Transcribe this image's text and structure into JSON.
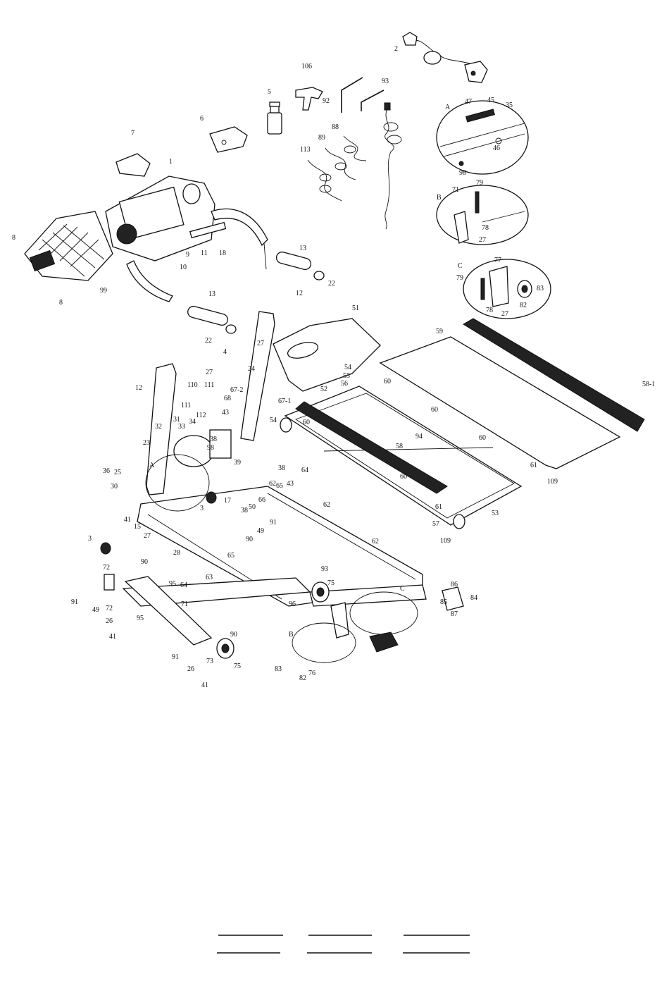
{
  "diagram": {
    "callouts": [
      {
        "id": "c-2",
        "text": "2"
      },
      {
        "id": "c-106",
        "text": "106"
      },
      {
        "id": "c-5",
        "text": "5"
      },
      {
        "id": "c-92",
        "text": "92"
      },
      {
        "id": "c-93",
        "text": "93"
      },
      {
        "id": "c-6",
        "text": "6"
      },
      {
        "id": "c-7",
        "text": "7"
      },
      {
        "id": "c-1",
        "text": "1"
      },
      {
        "id": "c-88",
        "text": "88"
      },
      {
        "id": "c-89",
        "text": "89"
      },
      {
        "id": "c-113",
        "text": "113"
      },
      {
        "id": "c-8a",
        "text": "8"
      },
      {
        "id": "c-8b",
        "text": "8"
      },
      {
        "id": "c-99",
        "text": "99"
      },
      {
        "id": "c-9",
        "text": "9"
      },
      {
        "id": "c-10",
        "text": "10"
      },
      {
        "id": "c-11",
        "text": "11"
      },
      {
        "id": "c-18",
        "text": "18"
      },
      {
        "id": "c-13a",
        "text": "13"
      },
      {
        "id": "c-22a",
        "text": "22"
      },
      {
        "id": "c-13b",
        "text": "13"
      },
      {
        "id": "c-22b",
        "text": "22"
      },
      {
        "id": "c-12a",
        "text": "12"
      },
      {
        "id": "c-51",
        "text": "51"
      },
      {
        "id": "c-59",
        "text": "59"
      },
      {
        "id": "c-58-1",
        "text": "58-1"
      },
      {
        "id": "c-4",
        "text": "4"
      },
      {
        "id": "c-27a",
        "text": "27"
      },
      {
        "id": "c-27b",
        "text": "27"
      },
      {
        "id": "c-24",
        "text": "24"
      },
      {
        "id": "c-12b",
        "text": "12"
      },
      {
        "id": "c-110",
        "text": "110"
      },
      {
        "id": "c-111a",
        "text": "111"
      },
      {
        "id": "c-111b",
        "text": "111"
      },
      {
        "id": "c-67-2",
        "text": "67-2"
      },
      {
        "id": "c-67-1",
        "text": "67-1"
      },
      {
        "id": "c-68",
        "text": "68"
      },
      {
        "id": "c-112",
        "text": "112"
      },
      {
        "id": "c-43a",
        "text": "43"
      },
      {
        "id": "c-54a",
        "text": "54"
      },
      {
        "id": "c-54b",
        "text": "54"
      },
      {
        "id": "c-55",
        "text": "55"
      },
      {
        "id": "c-56",
        "text": "56"
      },
      {
        "id": "c-60a",
        "text": "60"
      },
      {
        "id": "c-52",
        "text": "52"
      },
      {
        "id": "c-60b",
        "text": "60"
      },
      {
        "id": "c-94",
        "text": "94"
      },
      {
        "id": "c-60c",
        "text": "60"
      },
      {
        "id": "c-31",
        "text": "31"
      },
      {
        "id": "c-32",
        "text": "32"
      },
      {
        "id": "c-33",
        "text": "33"
      },
      {
        "id": "c-34",
        "text": "34"
      },
      {
        "id": "c-23",
        "text": "23"
      },
      {
        "id": "c-38a",
        "text": "38"
      },
      {
        "id": "c-98",
        "text": "98"
      },
      {
        "id": "c-39",
        "text": "39"
      },
      {
        "id": "c-58",
        "text": "58"
      },
      {
        "id": "c-60d",
        "text": "60"
      },
      {
        "id": "c-61a",
        "text": "61"
      },
      {
        "id": "c-109a",
        "text": "109"
      },
      {
        "id": "c-36",
        "text": "36"
      },
      {
        "id": "c-25",
        "text": "25"
      },
      {
        "id": "c-30",
        "text": "30"
      },
      {
        "id": "c-A1",
        "text": "A"
      },
      {
        "id": "c-38b",
        "text": "38"
      },
      {
        "id": "c-62a",
        "text": "62"
      },
      {
        "id": "c-64a",
        "text": "64"
      },
      {
        "id": "c-43b",
        "text": "43"
      },
      {
        "id": "c-65a",
        "text": "65"
      },
      {
        "id": "c-60e",
        "text": "60"
      },
      {
        "id": "c-61b",
        "text": "61"
      },
      {
        "id": "c-53",
        "text": "53"
      },
      {
        "id": "c-57",
        "text": "57"
      },
      {
        "id": "c-41a",
        "text": "41"
      },
      {
        "id": "c-15",
        "text": "15"
      },
      {
        "id": "c-3a",
        "text": "3"
      },
      {
        "id": "c-17",
        "text": "17"
      },
      {
        "id": "c-50",
        "text": "50"
      },
      {
        "id": "c-38c",
        "text": "38"
      },
      {
        "id": "c-66",
        "text": "66"
      },
      {
        "id": "c-91a",
        "text": "91"
      },
      {
        "id": "c-49a",
        "text": "49"
      },
      {
        "id": "c-62b",
        "text": "62"
      },
      {
        "id": "c-109b",
        "text": "109"
      },
      {
        "id": "c-3b",
        "text": "3"
      },
      {
        "id": "c-27c",
        "text": "27"
      },
      {
        "id": "c-28",
        "text": "28"
      },
      {
        "id": "c-72a",
        "text": "72"
      },
      {
        "id": "c-90a",
        "text": "90"
      },
      {
        "id": "c-95a",
        "text": "95"
      },
      {
        "id": "c-64b",
        "text": "64"
      },
      {
        "id": "c-63",
        "text": "63"
      },
      {
        "id": "c-90b",
        "text": "90"
      },
      {
        "id": "c-65b",
        "text": "65"
      },
      {
        "id": "c-62c",
        "text": "62"
      },
      {
        "id": "c-93b",
        "text": "93"
      },
      {
        "id": "c-75a",
        "text": "75"
      },
      {
        "id": "c-96",
        "text": "96"
      },
      {
        "id": "c-91b",
        "text": "91"
      },
      {
        "id": "c-49b",
        "text": "49"
      },
      {
        "id": "c-72b",
        "text": "72"
      },
      {
        "id": "c-95b",
        "text": "95"
      },
      {
        "id": "c-26a",
        "text": "26"
      },
      {
        "id": "c-41b",
        "text": "41"
      },
      {
        "id": "c-71",
        "text": "71"
      },
      {
        "id": "c-90c",
        "text": "90"
      },
      {
        "id": "c-91c",
        "text": "91"
      },
      {
        "id": "c-73",
        "text": "73"
      },
      {
        "id": "c-26b",
        "text": "26"
      },
      {
        "id": "c-41c",
        "text": "41"
      },
      {
        "id": "c-75b",
        "text": "75"
      },
      {
        "id": "c-Bm",
        "text": "B"
      },
      {
        "id": "c-83a",
        "text": "83"
      },
      {
        "id": "c-82a",
        "text": "82"
      },
      {
        "id": "c-76",
        "text": "76"
      },
      {
        "id": "c-Cm",
        "text": "C"
      },
      {
        "id": "c-86",
        "text": "86"
      },
      {
        "id": "c-85",
        "text": "85"
      },
      {
        "id": "c-87",
        "text": "87"
      },
      {
        "id": "c-84",
        "text": "84"
      }
    ],
    "detail_a": {
      "letter": "A",
      "callouts": [
        "47",
        "45",
        "35",
        "46",
        "98"
      ]
    },
    "detail_b": {
      "letter": "B",
      "callouts": [
        "71",
        "79",
        "78",
        "27"
      ]
    },
    "detail_c": {
      "letter": "C",
      "callouts": [
        "77",
        "79",
        "83",
        "78",
        "27",
        "82"
      ]
    }
  }
}
